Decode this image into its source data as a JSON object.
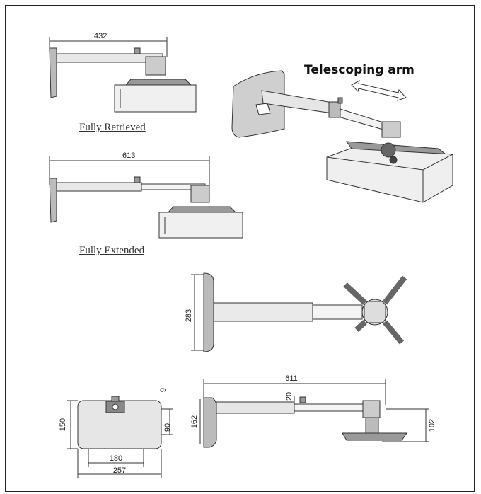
{
  "figure": {
    "label_telescoping": "Telescoping arm",
    "caption_retrieved": "Fully Retrieved",
    "caption_extended": "Fully Extended"
  },
  "dimensions": {
    "retrieved_length": "432",
    "extended_length": "613",
    "top_view_plate_height": "283",
    "side_length": "611",
    "side_offset": "20",
    "side_height_left": "162",
    "side_height_right": "102",
    "plate_height": "150",
    "plate_hole_offset": "90",
    "plate_top_offset": "9",
    "plate_hole_spacing": "180",
    "plate_width": "257"
  }
}
